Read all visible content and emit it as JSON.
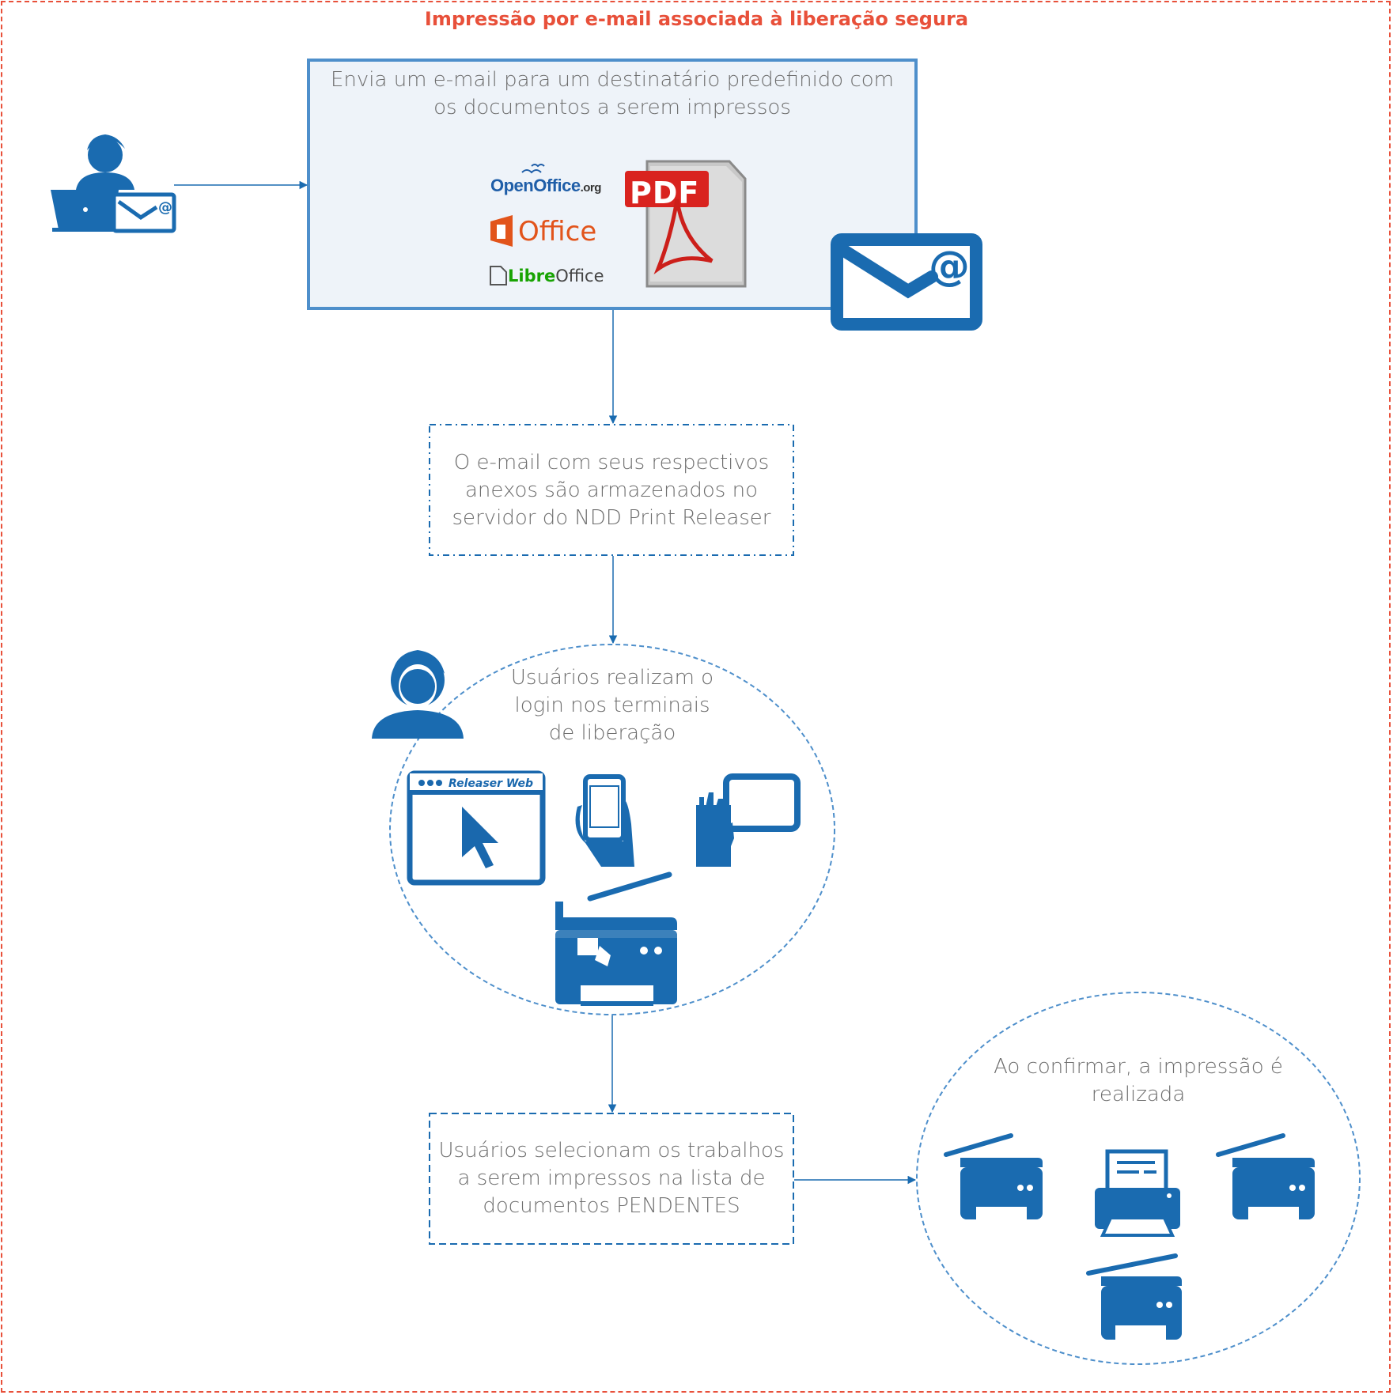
{
  "title": "Impressão por e-mail associada à liberação segura",
  "steps": {
    "send_email": "Envia um e-mail para um destinatário predefinido com os documentos a serem impressos",
    "stored": "O e-mail com seus respectivos anexos são armazenados no servidor do NDD Print Releaser",
    "login": "Usuários realizam o login nos terminais de liberação",
    "select_jobs": "Usuários selecionam os trabalhos a serem impressos na lista de documentos PENDENTES",
    "confirm": "Ao confirmar, a impressão é realizada"
  },
  "logos": {
    "openoffice": "OpenOffice",
    "openoffice_suffix": ".org",
    "office": "Office",
    "libre_prefix": "Libre",
    "libre_suffix": "Office",
    "pdf": "PDF"
  },
  "terminal_labels": {
    "releaser_web": "Releaser Web"
  },
  "colors": {
    "title": "#e8503a",
    "accent_blue": "#1a6bb0",
    "box_fill": "#eef3f9",
    "text": "#6e6e6e"
  },
  "icons": [
    "user-laptop-email-icon",
    "email-at-icon",
    "pdf-document-icon",
    "user-avatar-icon",
    "releaser-web-browser-icon",
    "smartphone-hand-icon",
    "tablet-hand-icon",
    "mfp-printer-touch-icon",
    "printer-icon"
  ]
}
